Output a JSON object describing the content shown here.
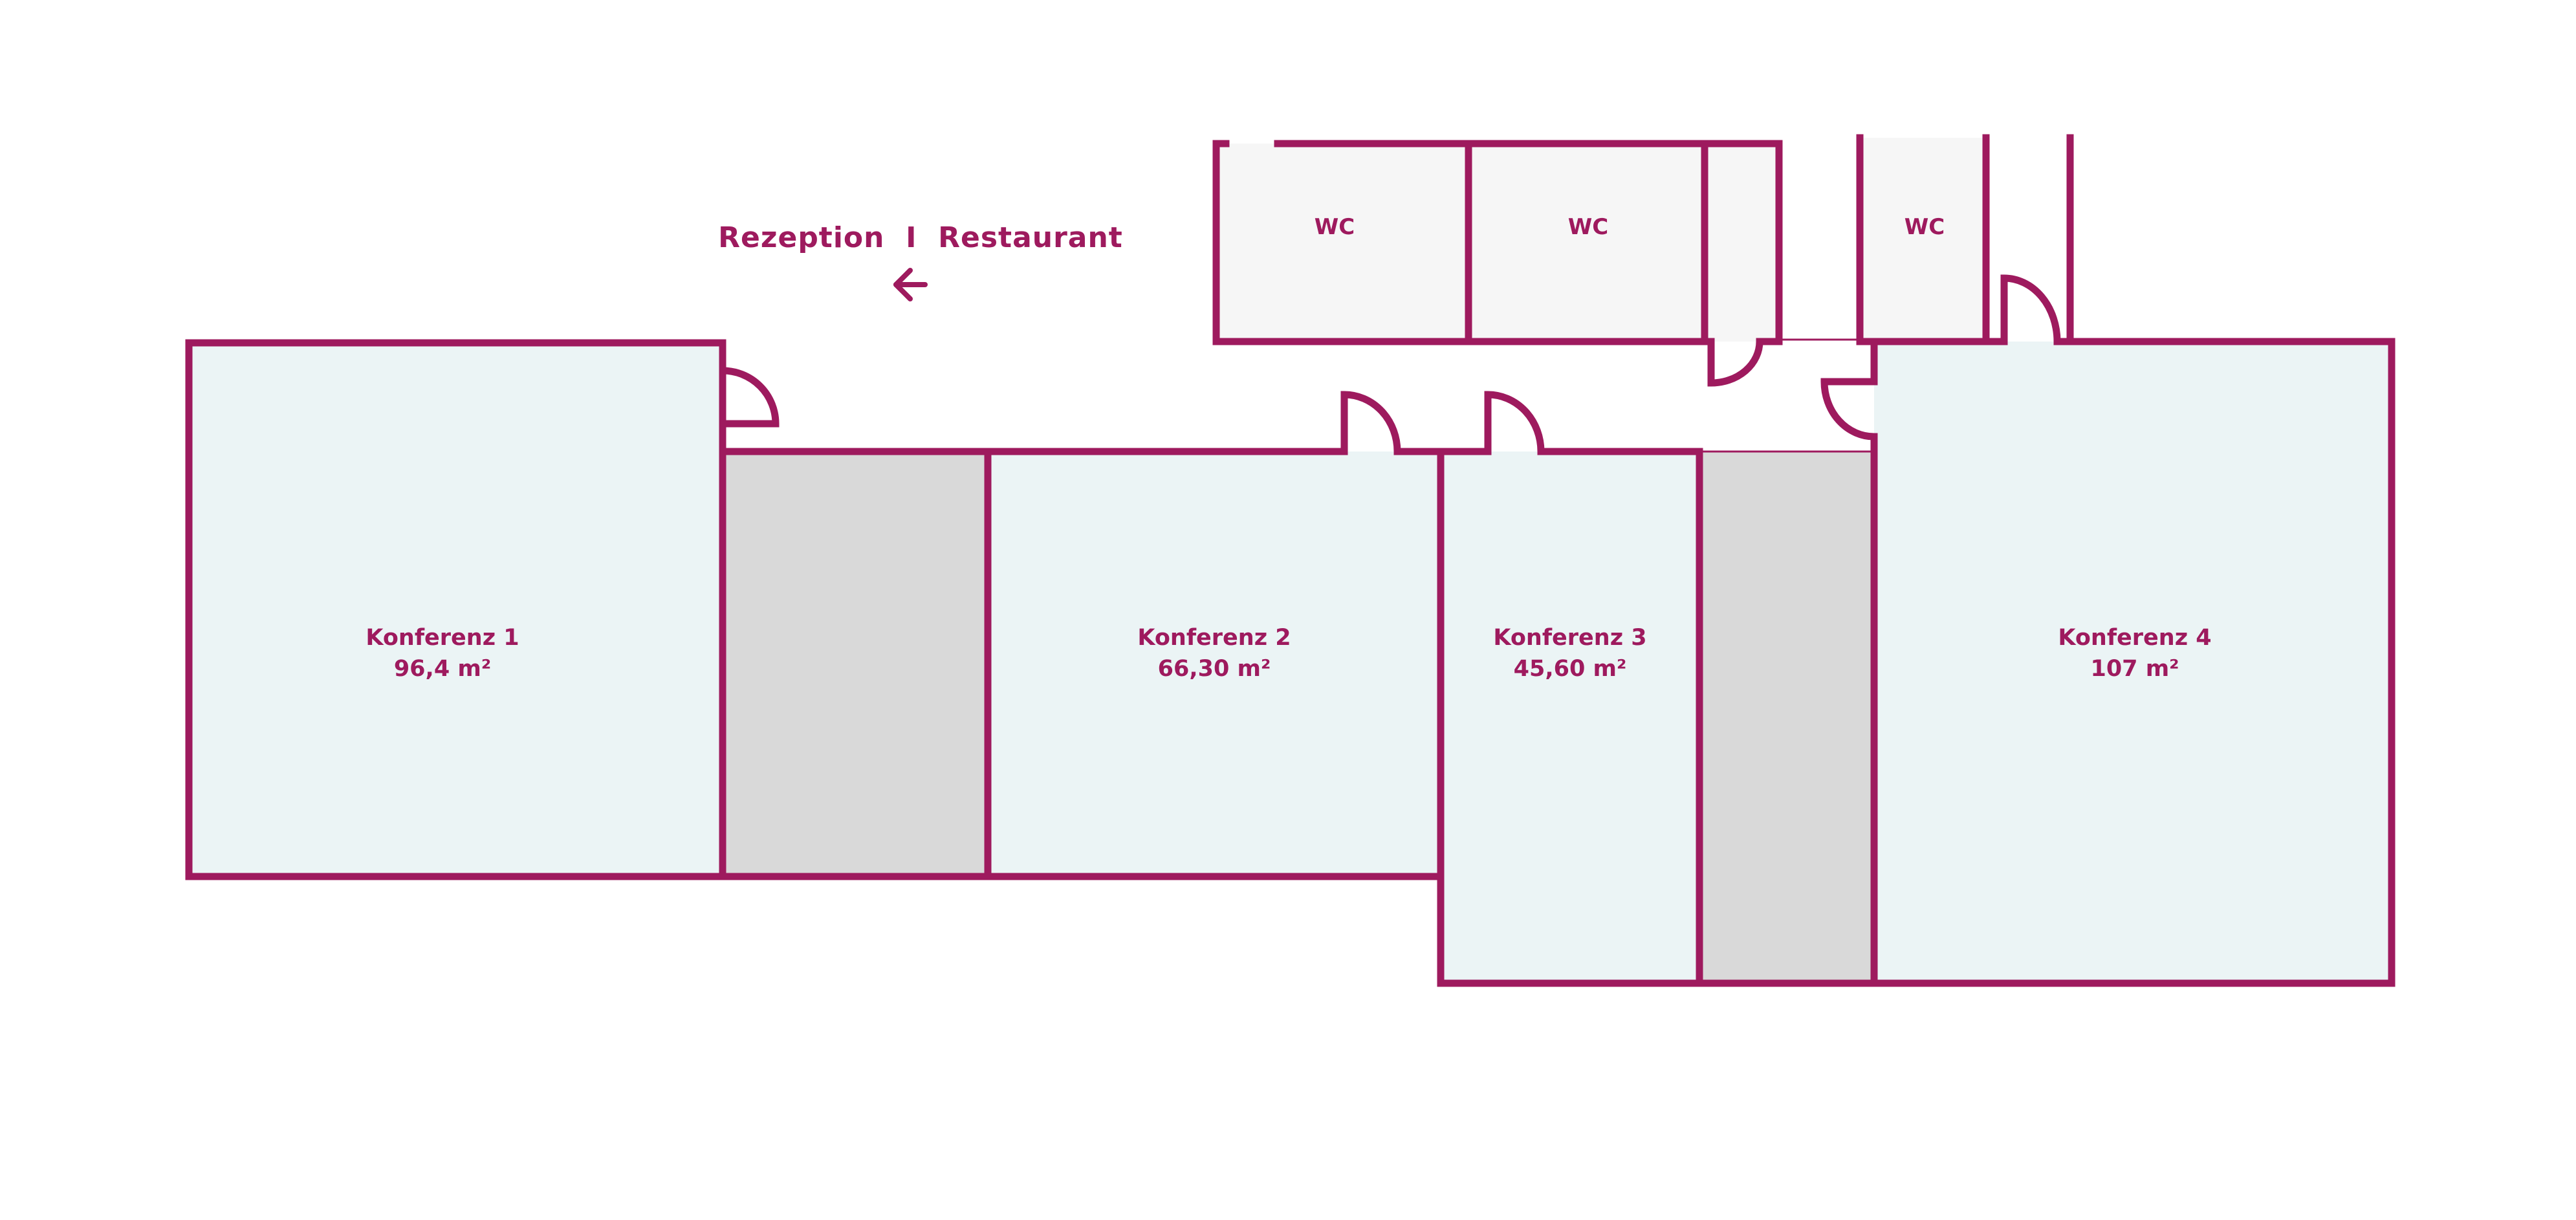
{
  "colors": {
    "wall": "#9e1a5e",
    "conference_fill": "#ebf4f5",
    "corridor_fill": "#d9d9d9",
    "wc_fill": "#f6f6f6",
    "text": "#9e1a5e"
  },
  "direction_sign": {
    "label": "Rezeption  I  Restaurant",
    "icon": "arrow-left-icon"
  },
  "rooms": [
    {
      "name": "Konferenz 1",
      "area": "96,4 m²"
    },
    {
      "name": "Konferenz 2",
      "area": "66,30 m²"
    },
    {
      "name": "Konferenz 3",
      "area": "45,60 m²"
    },
    {
      "name": "Konferenz 4",
      "area": "107 m²"
    }
  ],
  "wcs": [
    {
      "name": "WC"
    },
    {
      "name": "WC"
    },
    {
      "name": "WC"
    }
  ]
}
